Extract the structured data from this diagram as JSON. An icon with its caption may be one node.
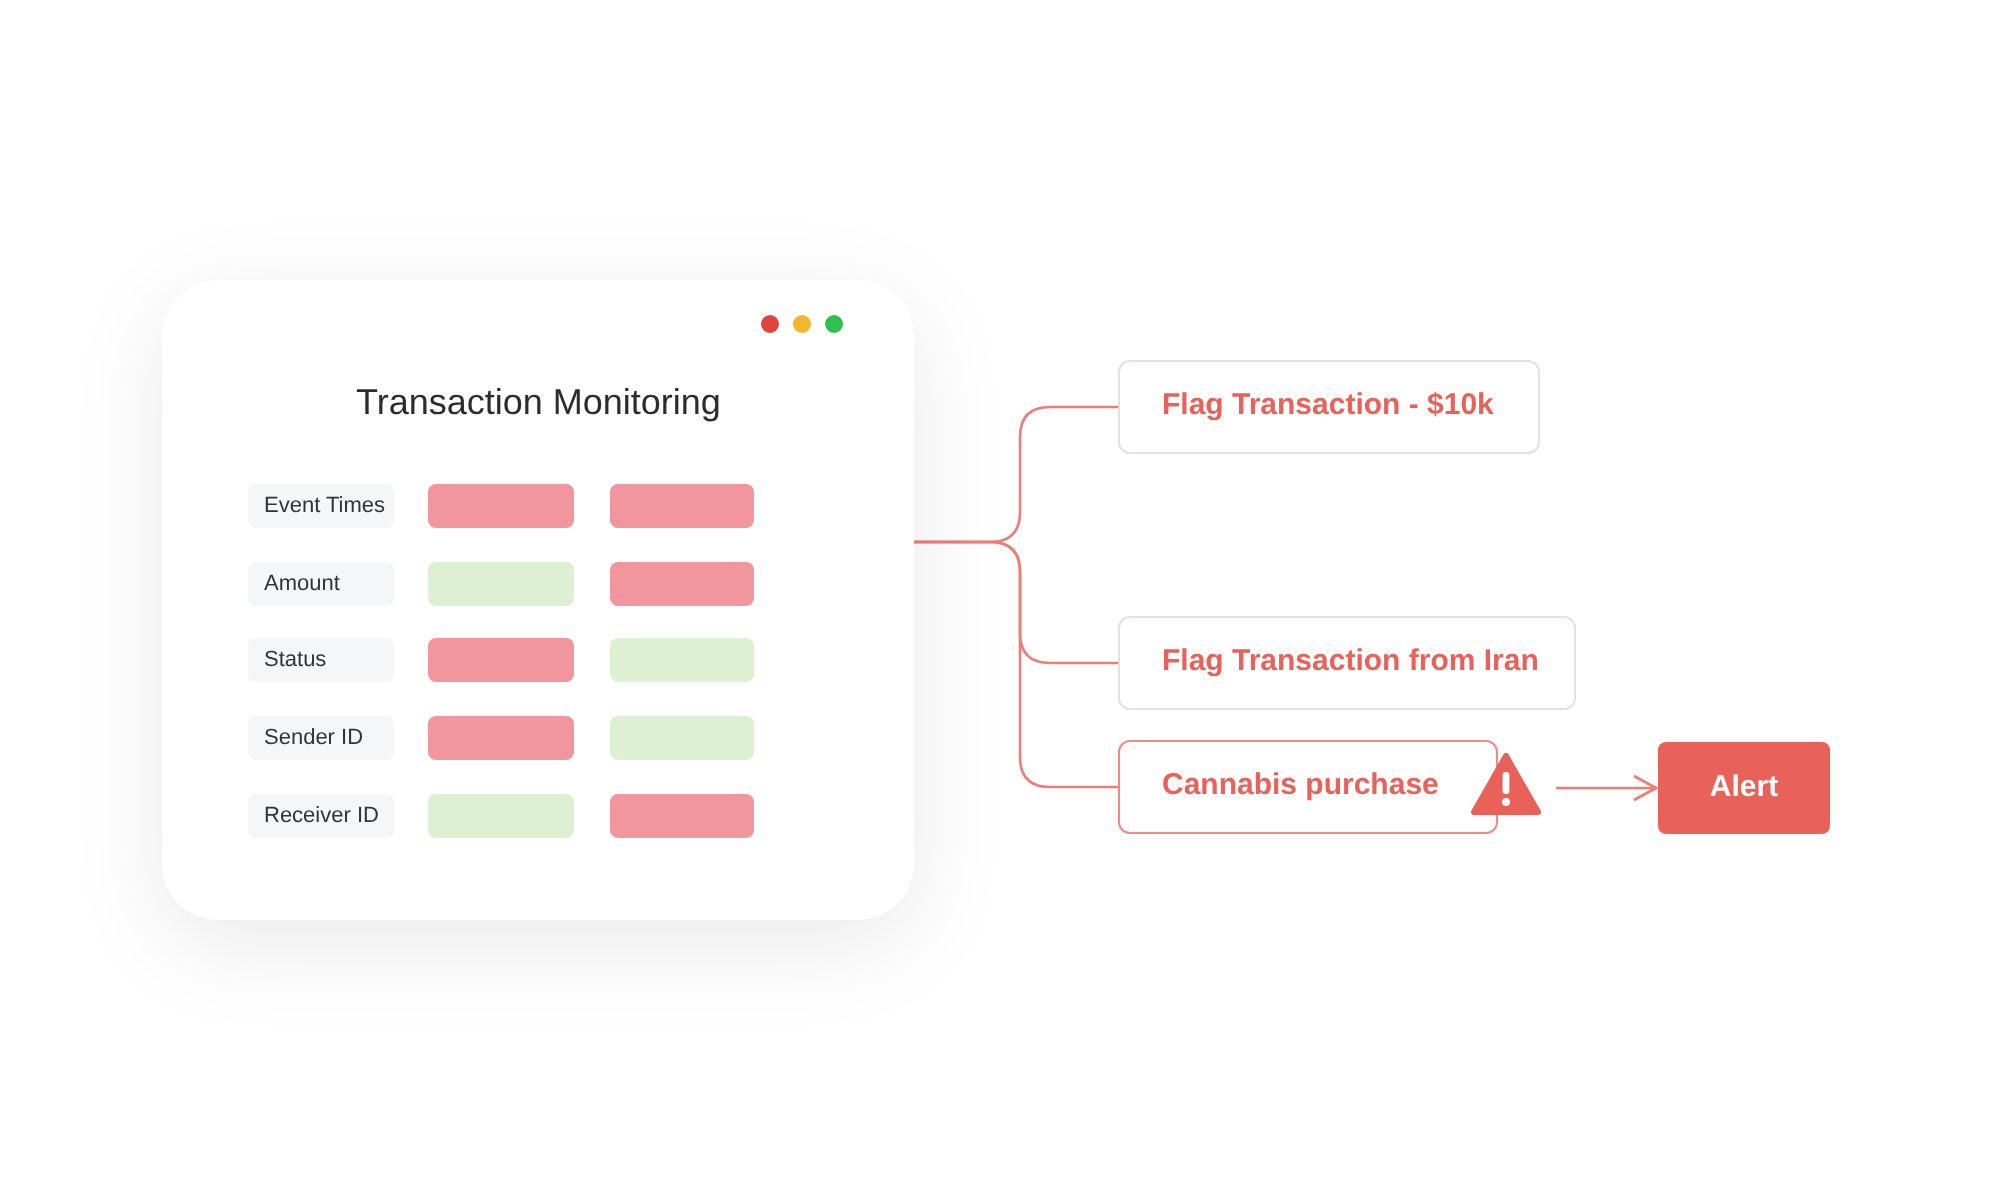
{
  "diagram": {
    "nodes": [
      {
        "text": [
          "Transaction Monitoring"
        ]
      },
      {
        "text": [
          "Event Times"
        ],
        "in": 0
      },
      {
        "text": [
          "Amount"
        ],
        "in": 0
      },
      {
        "text": [
          "Status"
        ],
        "in": 0
      },
      {
        "text": [
          "Sender ID"
        ],
        "in": 0
      },
      {
        "text": [
          "Receiver ID"
        ],
        "in": 0
      },
      {
        "text": [],
        "shape": "bar",
        "in": 0
      },
      {
        "text": [],
        "shape": "bar",
        "in": 0
      },
      {
        "text": [],
        "shape": "bar",
        "in": 0
      },
      {
        "text": [],
        "shape": "bar",
        "in": 0
      },
      {
        "text": [],
        "shape": "bar",
        "in": 0
      },
      {
        "text": [],
        "shape": "bar",
        "in": 0
      },
      {
        "text": [],
        "shape": "bar",
        "in": 0
      },
      {
        "text": [],
        "shape": "bar",
        "in": 0
      },
      {
        "text": [],
        "shape": "bar",
        "in": 0
      },
      {
        "text": [],
        "shape": "bar",
        "in": 0
      },
      {
        "text": [
          "Flag Transaction - $10k"
        ]
      },
      {
        "text": [
          "Flag Transaction from Iran"
        ]
      },
      {
        "text": [
          "Cannabis purchase"
        ]
      },
      {
        "text": [
          "Alert"
        ]
      }
    ],
    "edges": [
      {
        "from": 0,
        "to": 16,
        "arrow": "none"
      },
      {
        "from": 0,
        "to": 17,
        "arrow": "none"
      },
      {
        "from": 0,
        "to": 18,
        "arrow": "none"
      },
      {
        "from": 18,
        "to": 19,
        "arrow": "to"
      }
    ]
  }
}
